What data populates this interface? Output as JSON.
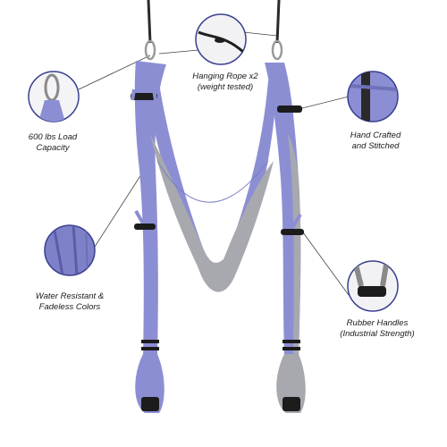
{
  "callouts": {
    "hanging_rope": {
      "line1": "Hanging Rope x2",
      "line2": "(weight tested)"
    },
    "load_capacity": {
      "line1": "600 lbs Load",
      "line2": "Capacity"
    },
    "hand_crafted": {
      "line1": "Hand Crafted",
      "line2": "and Stitched"
    },
    "water_resistant": {
      "line1": "Water Resistant &",
      "line2": "Fadeless Colors"
    },
    "rubber_handles": {
      "line1": "Rubber Handles",
      "line2": "(Industrial Strength)"
    }
  },
  "colors": {
    "fabric_lavender": "#8c8ed4",
    "fabric_gray": "#a7a9ae",
    "rope": "#2a2a2a",
    "handle": "#1c1c1c",
    "callout_ring": "#3a3f8f"
  },
  "icons": [
    "carabiner-icon",
    "rope-icon",
    "stitching-icon",
    "fabric-icon",
    "handle-icon"
  ]
}
